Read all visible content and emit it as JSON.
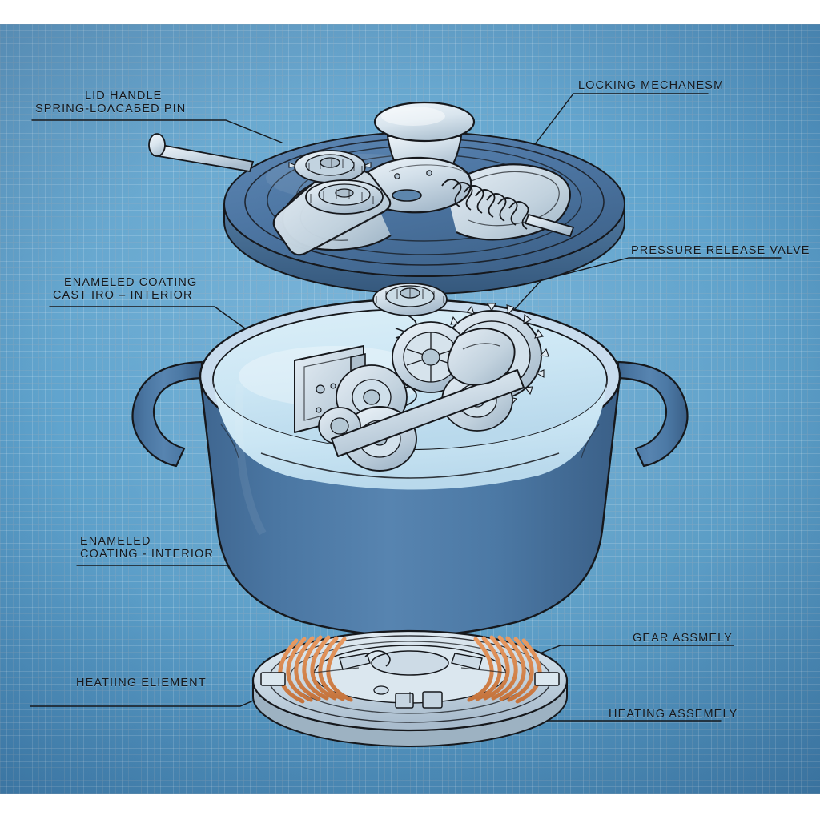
{
  "diagram": {
    "type": "exploded-technical-blueprint",
    "subject": "Pressure cooker / enameled cast iron pot cutaway",
    "background_color": "#5fa3cd",
    "grid": true,
    "line_color": "#16181c",
    "accent_colors": {
      "pot_body": "#4b79a8",
      "pot_interior": "#cfe6f3",
      "lid": "#4f7aa6",
      "metal": "#c6d4df",
      "copper_coil": "#d88a52"
    }
  },
  "labels": [
    {
      "id": "lid-handle",
      "line1": "LID HANDLE",
      "line2": "SPRING-LOΛCAБED PIN",
      "align": "left"
    },
    {
      "id": "locking-mechanism",
      "line1": "LOCKING MECHANESM",
      "line2": "",
      "align": "left"
    },
    {
      "id": "pressure-release-valve",
      "line1": "PRESSURE RELEASE VALVE",
      "line2": "",
      "align": "left"
    },
    {
      "id": "enameled-coating-cast-iron",
      "line1": "ENAMELED COATING",
      "line2": "CAST IRO – INTERIOR",
      "align": "left"
    },
    {
      "id": "enameled-coating-interior",
      "line1": "ENAMELED",
      "line2": "COATING - INTERIOR",
      "align": "left"
    },
    {
      "id": "gear-assembly",
      "line1": "GEAR ASSMELY",
      "line2": "",
      "align": "left"
    },
    {
      "id": "heating-element",
      "line1": "HEATIING ELIEMENT",
      "line2": "",
      "align": "left"
    },
    {
      "id": "heating-assembly",
      "line1": "HEATING ASSEMELY",
      "line2": "",
      "align": "left"
    }
  ],
  "components": {
    "lid": "lid-disc",
    "lid_knob": "lid-knob",
    "locking_arms": "locking-arms",
    "spring_pin": "spring-loaded-pin",
    "lid_gear": "lid-gear",
    "pot": "pot-body",
    "pot_handles": [
      "pot-handle-left",
      "pot-handle-right"
    ],
    "gear_train": "internal-gear-train",
    "base": "heating-base",
    "coils": "copper-heating-coils"
  }
}
